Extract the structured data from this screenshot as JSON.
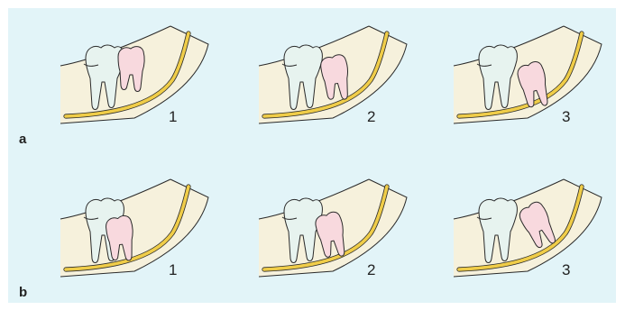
{
  "rows": [
    {
      "label": "a",
      "panels": [
        "1",
        "2",
        "3"
      ]
    },
    {
      "label": "b",
      "panels": [
        "1",
        "2",
        "3"
      ]
    }
  ],
  "colors": {
    "background": "#e2f4f8",
    "bone": "#f6f1dc",
    "nerve_canal": "#f0cd49",
    "second_molar": "#e7f3ef",
    "third_molar": "#f8d9de"
  }
}
